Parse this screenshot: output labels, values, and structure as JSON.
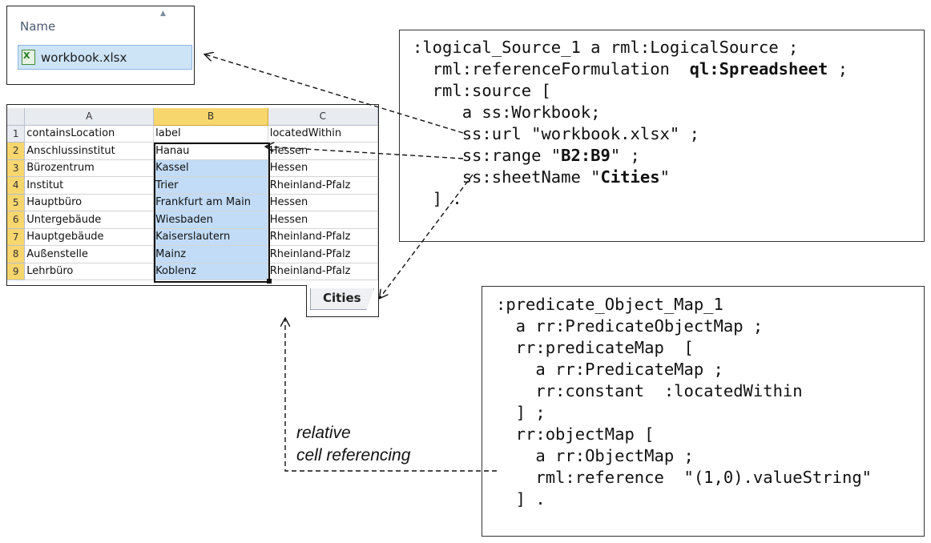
{
  "explorer": {
    "column_header": "Name",
    "file_name": "workbook.xlsx",
    "file_icon": "excel-file-icon",
    "sort_icon": "sort-ascending-icon"
  },
  "spreadsheet": {
    "columns": [
      "A",
      "B",
      "C"
    ],
    "selected_column": "B",
    "rows": [
      {
        "num": "1",
        "a": "containsLocation",
        "b": "label",
        "c": "locatedWithin"
      },
      {
        "num": "2",
        "a": "Anschlussinstitut",
        "b": "Hanau",
        "c": "Hessen"
      },
      {
        "num": "3",
        "a": "Bürozentrum",
        "b": "Kassel",
        "c": "Hessen"
      },
      {
        "num": "4",
        "a": "Institut",
        "b": "Trier",
        "c": "Rheinland-Pfalz"
      },
      {
        "num": "5",
        "a": "Hauptbüro",
        "b": "Frankfurt am Main",
        "c": "Hessen"
      },
      {
        "num": "6",
        "a": "Untergebäude",
        "b": "Wiesbaden",
        "c": "Hessen"
      },
      {
        "num": "7",
        "a": "Hauptgebäude",
        "b": "Kaiserslautern",
        "c": "Rheinland-Pfalz"
      },
      {
        "num": "8",
        "a": "Außenstelle",
        "b": "Mainz",
        "c": "Rheinland-Pfalz"
      },
      {
        "num": "9",
        "a": "Lehrbüro",
        "b": "Koblenz",
        "c": "Rheinland-Pfalz"
      }
    ],
    "sheet_tab": "Cities"
  },
  "logical_source_code": {
    "line1": ":logical_Source_1 a rml:LogicalSource ;",
    "line2_pre": "  rml:referenceFormulation  ",
    "line2_bold": "ql:Spreadsheet",
    "line2_post": " ;",
    "line3": "  rml:source [",
    "line4": "     a ss:Workbook;",
    "line5": "     ss:url \"workbook.xlsx\" ;",
    "line6_pre": "     ss:range \"",
    "line6_bold": "B2:B9",
    "line6_post": "\" ;",
    "line7_pre": "     ss:sheetName \"",
    "line7_bold": "Cities",
    "line7_post": "\"",
    "line8": "  ] ."
  },
  "predicate_object_code": {
    "lines": [
      ":predicate_Object_Map_1",
      "  a rr:PredicateObjectMap ;",
      "  rr:predicateMap  [",
      "    a rr:PredicateMap ;",
      "    rr:constant  :locatedWithin",
      "  ] ;",
      "  rr:objectMap [",
      "    a rr:ObjectMap ;",
      "    rml:reference  \"(1,0).valueString\"",
      "  ] ."
    ]
  },
  "annotation": {
    "line1": "relative",
    "line2": "cell referencing"
  }
}
